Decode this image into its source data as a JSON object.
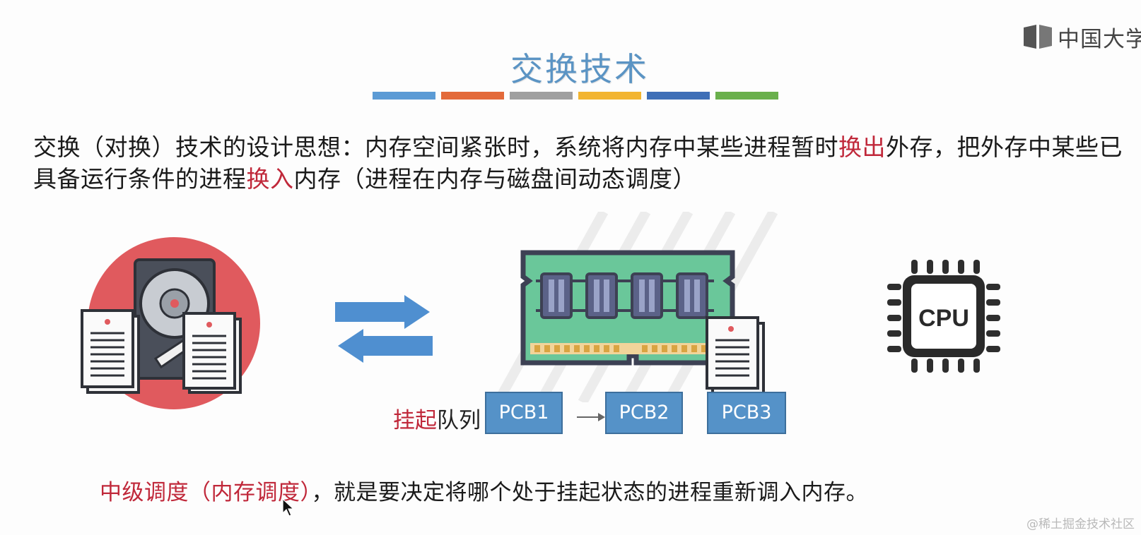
{
  "logo": {
    "text": "中国大学"
  },
  "slide": {
    "title": "交换技术",
    "bar_colors": [
      "#5b9bd5",
      "#e36a3a",
      "#a0a0a0",
      "#f2b531",
      "#3f6fb7",
      "#6ab04c"
    ],
    "paragraph": {
      "p1": "交换（对换）技术的设计思想：内存空间紧张时，系统将内存中某些进程暂时",
      "p1_red": "换出",
      "p2": "外存，把外存中某些已具备运行条件的进程",
      "p2_red": "换入",
      "p3": "内存（进程在内存与磁盘间动态调度）"
    },
    "cpu_label": "CPU",
    "queue": {
      "label_red": "挂起",
      "label_rest": "队列"
    },
    "pcbs": [
      "PCB1",
      "PCB2",
      "PCB3"
    ],
    "bottom": {
      "red": "中级调度（内存调度）",
      "rest": "，就是要决定将哪个处于挂起状态的进程重新调入内存。"
    }
  },
  "watermark": "@稀土掘金技术社区"
}
